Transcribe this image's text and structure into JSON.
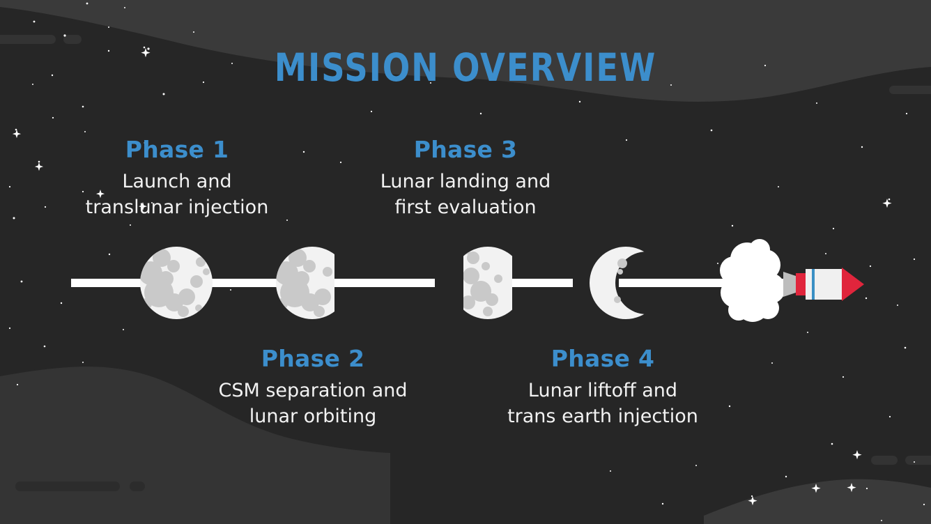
{
  "slide": {
    "title": "Mission Overview",
    "background_color": "#262626",
    "accent_color": "#3c8ecc",
    "text_color": "#f2f2f2"
  },
  "phases": [
    {
      "id": "phase-1",
      "title": "Phase 1",
      "description": "Launch and\ntranslunar injection",
      "moon_icon": "full-moon-icon",
      "position": "above"
    },
    {
      "id": "phase-2",
      "title": "Phase 2",
      "description": "CSM separation and\nlunar orbiting",
      "moon_icon": "gibbous-moon-icon",
      "position": "below"
    },
    {
      "id": "phase-3",
      "title": "Phase 3",
      "description": "Lunar landing and\nfirst evaluation",
      "moon_icon": "half-moon-icon",
      "position": "above"
    },
    {
      "id": "phase-4",
      "title": "Phase 4",
      "description": "Lunar liftoff and\ntrans earth injection",
      "moon_icon": "crescent-moon-icon",
      "position": "below"
    }
  ],
  "timeline": {
    "line_color": "#ffffff",
    "moon_fill": "#f2f2f2",
    "crater_fill": "#c9c9c9",
    "rocket": {
      "name": "rocket-icon",
      "body_color": "#f0f0f0",
      "nose_color": "#e0253c",
      "stripe_color": "#3a8fc4",
      "nozzle_color": "#bdbdbd",
      "exhaust_color": "#ffffff"
    }
  },
  "decorations": {
    "wave_light": "#3a3a3a",
    "wave_mid": "#343434",
    "wave_dark": "#222222",
    "dash_color": "#333333",
    "star_color": "#ffffff"
  }
}
